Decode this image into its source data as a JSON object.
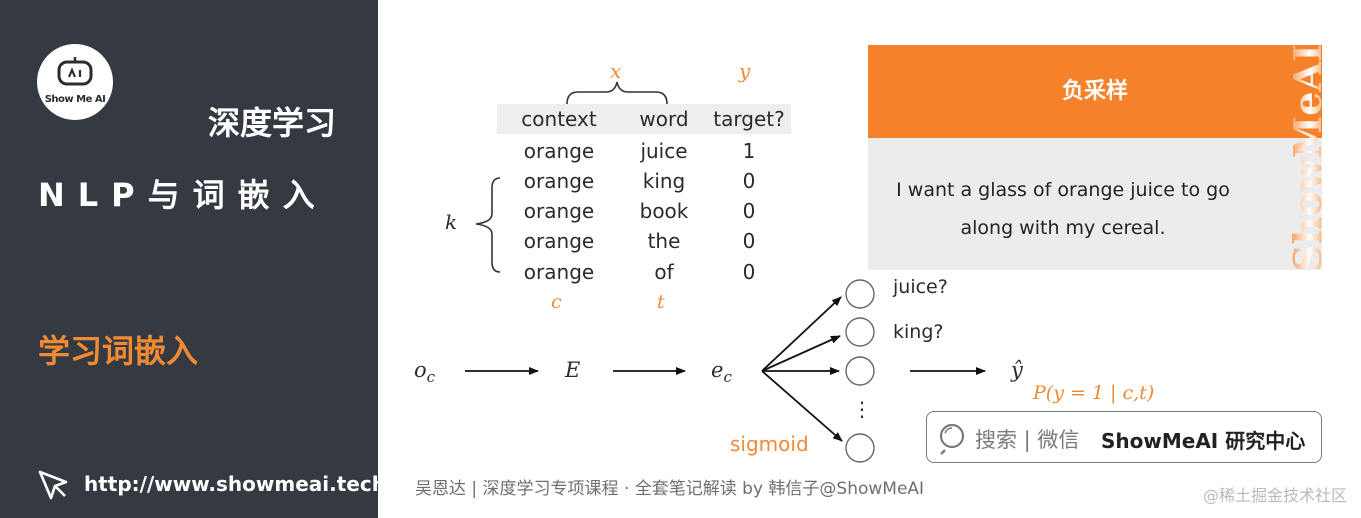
{
  "sidebar": {
    "logo_text": "Show Me AI",
    "course": "深度学习",
    "subject": "NLP与词嵌入",
    "section": "学习词嵌入",
    "url": "http://www.showmeai.tech/"
  },
  "table": {
    "x_label": "x",
    "y_label": "y",
    "k_label": "k",
    "c_label": "c",
    "t_label": "t",
    "headers": [
      "context",
      "word",
      "target?"
    ],
    "rows": [
      [
        "orange",
        "juice",
        "1"
      ],
      [
        "orange",
        "king",
        "0"
      ],
      [
        "orange",
        "book",
        "0"
      ],
      [
        "orange",
        "the",
        "0"
      ],
      [
        "orange",
        "of",
        "0"
      ]
    ]
  },
  "card": {
    "title": "负采样",
    "line1": "I want a glass of orange juice to go",
    "line2": "along with my cereal.",
    "brand_vertical": "ShowMeAI"
  },
  "network": {
    "oc": "o",
    "oc_sub": "c",
    "E": "E",
    "ec": "e",
    "ec_sub": "c",
    "q1": "juice?",
    "q2": "king?",
    "dots": "⋮",
    "sigmoid": "sigmoid",
    "yhat": "ŷ",
    "prob": "P(y = 1 | c,t)"
  },
  "search": {
    "text": "搜索 | 微信",
    "brand": "ShowMeAI 研究中心"
  },
  "footer": "吴恩达 | 深度学习专项课程 · 全套笔记解读  by 韩信子@ShowMeAI",
  "watermark": "@稀土掘金技术社区",
  "colors": {
    "sidebar": "#353a42",
    "accent": "#f08a33",
    "card_head": "#f5822a",
    "card_body": "#ececec"
  }
}
